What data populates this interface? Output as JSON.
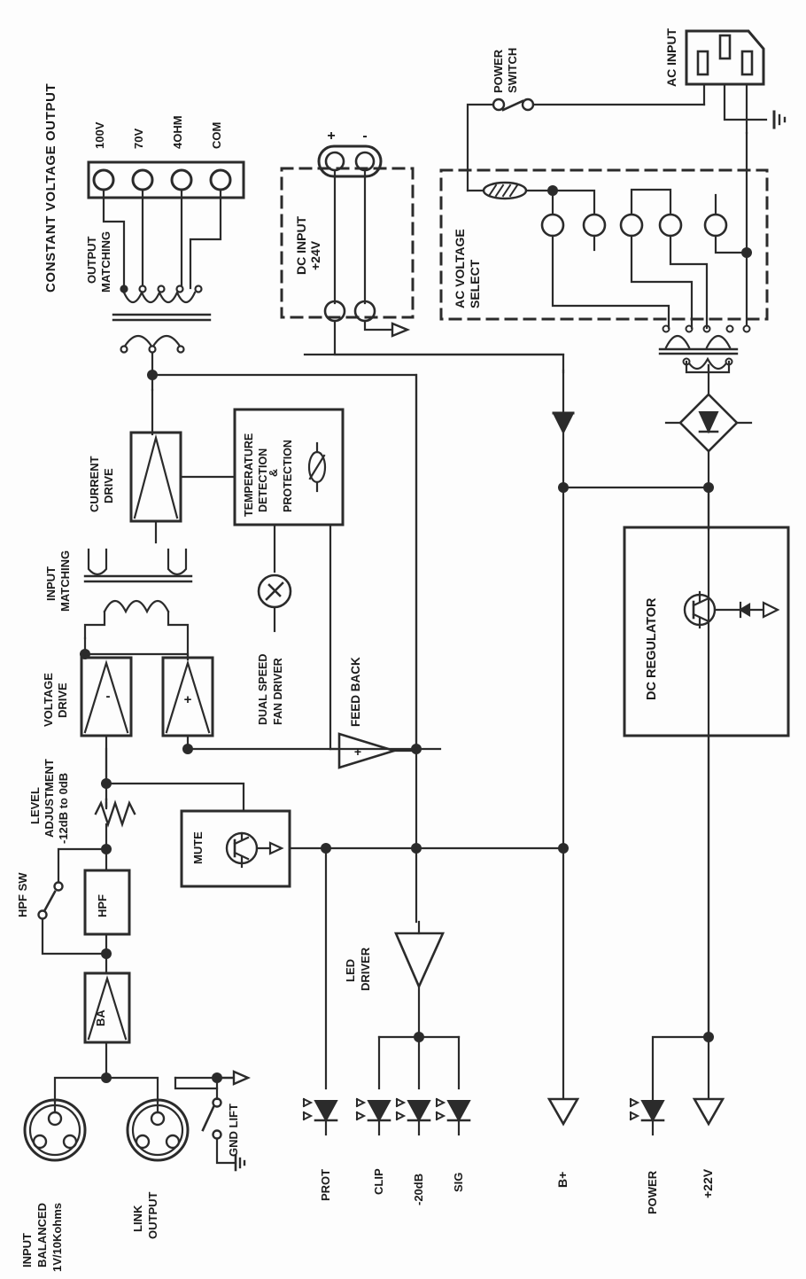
{
  "diagram": {
    "title": "Power Amplifier Block Diagram",
    "orientation": "rotated-90-ccw",
    "line_color": "#2b2b2b",
    "background": "#fdfdfd"
  },
  "sections": {
    "constant_voltage_output": "CONSTANT  VOLTAGE  OUTPUT",
    "output_matching": "OUTPUT\nMATCHING",
    "input_matching": "INPUT\nMATCHING",
    "ac_voltage_select": "AC VOLTAGE\nSELECT",
    "dc_input": "DC  INPUT\n+24V"
  },
  "terminals": {
    "output": [
      "100V",
      "70V",
      "4OHM",
      "COM"
    ],
    "dc_polarity": [
      "+",
      "-"
    ]
  },
  "blocks": {
    "current_drive": "CURRENT\nDRIVE",
    "voltage_drive": "VOLTAGE\nDRIVE",
    "temperature": "TEMPERATURE\nDETECTION\n&\nPROTECTION",
    "fan_driver": "DUAL SPEED\nFAN DRIVER",
    "feed_back": "FEED  BACK",
    "mute": "MUTE",
    "hpf": "HPF",
    "hpf_sw": "HPF  SW",
    "ba": "BA",
    "led_driver": "LED\nDRIVER",
    "dc_regulator": "DC  REGULATOR",
    "level_adjustment": "LEVEL\nADJUSTMENT\n-12dB to 0dB",
    "power_switch": "POWER\nSWITCH",
    "ac_input": "AC INPUT",
    "gnd_lift": "GND LIFT"
  },
  "connectors": {
    "input_balanced": "INPUT\nBALANCED\n1V/10Kohms",
    "link_output": "LINK\nOUTPUT"
  },
  "indicators": [
    {
      "label": "PROT"
    },
    {
      "label": "CLIP"
    },
    {
      "label": "-20dB"
    },
    {
      "label": "SIG"
    },
    {
      "label": "POWER"
    }
  ],
  "rails": [
    {
      "label": "B+"
    },
    {
      "label": "+22V"
    }
  ],
  "amp_signs": {
    "voltage_drive_inv": "-",
    "voltage_drive_noninv": "+",
    "feedback": "+"
  },
  "label_text": {
    "constant_voltage_output": "CONSTANT  VOLTAGE  OUTPUT",
    "output_matching_l1": "OUTPUT",
    "output_matching_l2": "MATCHING",
    "t100v": "100V",
    "t70v": "70V",
    "t4ohm": "4OHM",
    "tcom": "COM",
    "dc_input_l1": "DC  INPUT",
    "dc_input_l2": "+24V",
    "dc_plus": "+",
    "dc_minus": "-",
    "power_switch_l1": "POWER",
    "power_switch_l2": "SWITCH",
    "ac_input": "AC INPUT",
    "ac_voltage_select_l1": "AC VOLTAGE",
    "ac_voltage_select_l2": "SELECT",
    "current_drive_l1": "CURRENT",
    "current_drive_l2": "DRIVE",
    "temp_l1": "TEMPERATURE",
    "temp_l2": "DETECTION",
    "temp_l3": "&",
    "temp_l4": "PROTECTION",
    "input_matching_l1": "INPUT",
    "input_matching_l2": "MATCHING",
    "voltage_drive_l1": "VOLTAGE",
    "voltage_drive_l2": "DRIVE",
    "fan_l1": "DUAL SPEED",
    "fan_l2": "FAN DRIVER",
    "feed_back": "FEED  BACK",
    "level_l1": "LEVEL",
    "level_l2": "ADJUSTMENT",
    "level_l3": "-12dB to 0dB",
    "mute": "MUTE",
    "hpf_sw": "HPF  SW",
    "hpf": "HPF",
    "ba": "BA",
    "led_driver_l1": "LED",
    "led_driver_l2": "DRIVER",
    "dc_regulator": "DC  REGULATOR",
    "gnd_lift": "GND LIFT",
    "input_balanced_l1": "INPUT",
    "input_balanced_l2": "BALANCED",
    "input_balanced_l3": "1V/10Kohms",
    "link_output_l1": "LINK",
    "link_output_l2": "OUTPUT",
    "prot": "PROT",
    "clip": "CLIP",
    "m20db": "-20dB",
    "sig": "SIG",
    "bplus": "B+",
    "power": "POWER",
    "p22v": "+22V",
    "amp_minus": "-",
    "amp_plus": "+",
    "amp_plus2": "+",
    "fb_plus": "+"
  }
}
